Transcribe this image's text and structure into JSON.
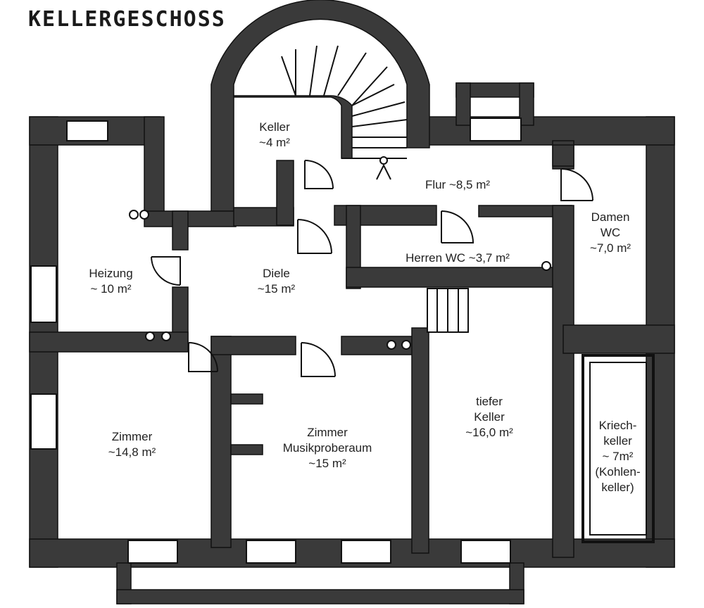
{
  "title": "KELLERGESCHOSS",
  "rooms": {
    "keller": {
      "name": "Keller",
      "area": "~4 m²"
    },
    "flur": {
      "label": "Flur ~8,5 m²"
    },
    "damen_wc": {
      "line1": "Damen",
      "line2": "WC",
      "area": "~7,0 m²"
    },
    "herren_wc": {
      "label": "Herren WC  ~3,7 m²"
    },
    "heizung": {
      "name": "Heizung",
      "area": "~ 10 m²"
    },
    "diele": {
      "name": "Diele",
      "area": "~15 m²"
    },
    "zimmer": {
      "name": "Zimmer",
      "area": "~14,8 m²"
    },
    "musik": {
      "line1": "Zimmer",
      "line2": "Musikproberaum",
      "area": "~15 m²"
    },
    "tiefer_keller": {
      "line1": "tiefer",
      "line2": "Keller",
      "area": "~16,0 m²"
    },
    "kriechkeller": {
      "line1": "Kriech-",
      "line2": "keller",
      "area": "~ 7m²",
      "line3": "(Kohlen-",
      "line4": "keller)"
    }
  },
  "colors": {
    "wall": "#3a3a3a",
    "floor": "#ffffff",
    "line": "#111111"
  }
}
